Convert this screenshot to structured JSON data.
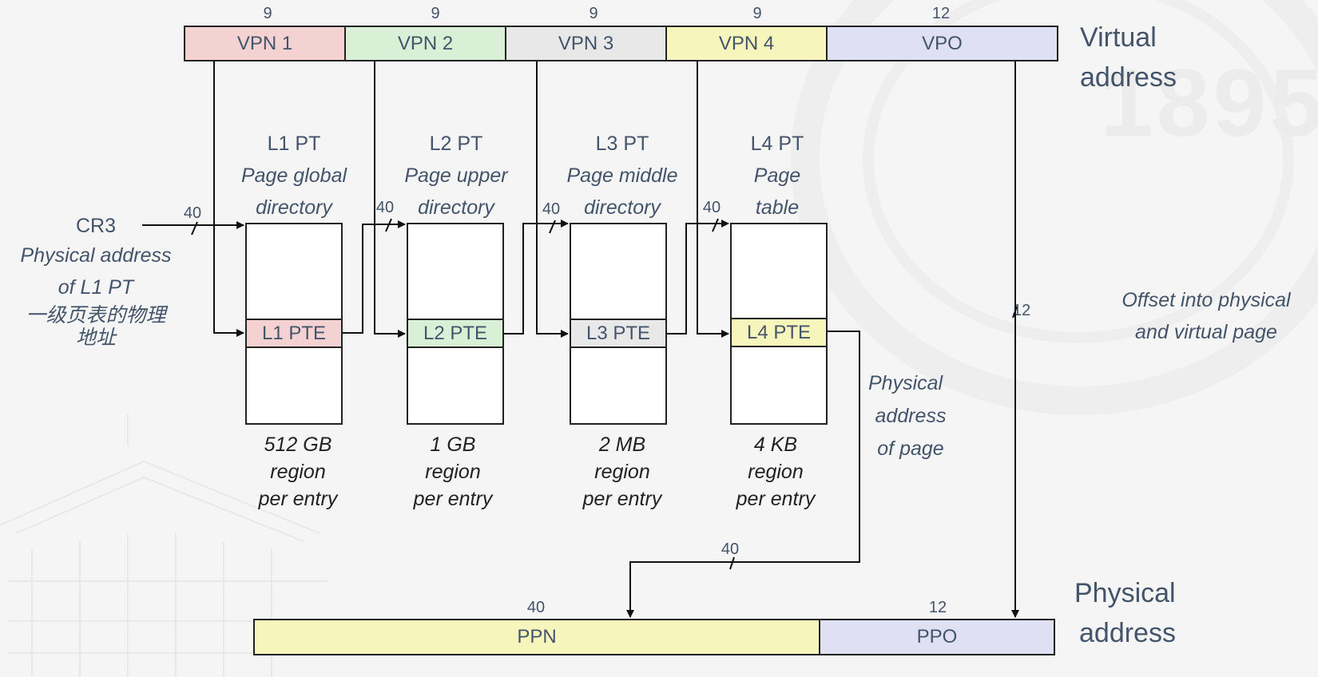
{
  "virtual_address": {
    "label_line1": "Virtual",
    "label_line2": "address",
    "fields": [
      {
        "name": "VPN 1",
        "bits": "9",
        "color": "#f4d2d2"
      },
      {
        "name": "VPN 2",
        "bits": "9",
        "color": "#d9f0d7"
      },
      {
        "name": "VPN 3",
        "bits": "9",
        "color": "#e8e8e8"
      },
      {
        "name": "VPN 4",
        "bits": "9",
        "color": "#f5f5bc"
      },
      {
        "name": "VPO",
        "bits": "12",
        "color": "#dfe0f3"
      }
    ]
  },
  "cr3": {
    "label": "CR3",
    "desc_line1": "Physical address",
    "desc_line2": "of L1 PT",
    "desc_cn_line1": "一级页表的物理",
    "desc_cn_line2": "地址",
    "bits": "40"
  },
  "page_tables": [
    {
      "title": "L1 PT",
      "desc_line1": "Page global",
      "desc_line2": "directory",
      "pte": "L1 PTE",
      "in_bits": "40",
      "region_line1": "512 GB",
      "region_line2": "region",
      "region_line3": "per entry",
      "color": "#f4d2d2"
    },
    {
      "title": "L2 PT",
      "desc_line1": "Page upper",
      "desc_line2": "directory",
      "pte": "L2 PTE",
      "in_bits": "40",
      "region_line1": "1 GB",
      "region_line2": "region",
      "region_line3": "per entry",
      "color": "#d9f0d7"
    },
    {
      "title": "L3 PT",
      "desc_line1": "Page middle",
      "desc_line2": "directory",
      "pte": "L3 PTE",
      "in_bits": "40",
      "region_line1": "2 MB",
      "region_line2": "region",
      "region_line3": "per entry",
      "color": "#e8e8e8"
    },
    {
      "title": "L4 PT",
      "desc_line1": "Page",
      "desc_line2": "table",
      "pte": "L4 PTE",
      "in_bits": "40",
      "region_line1": "4 KB",
      "region_line2": "region",
      "region_line3": "per entry",
      "color": "#f5f5bc"
    }
  ],
  "phys_page_note": {
    "line1": "Physical",
    "line2": "address",
    "line3": "of page",
    "bits": "40"
  },
  "offset_note": {
    "line1": "Offset into physical",
    "line2": "and virtual page",
    "bits": "12"
  },
  "physical_address": {
    "label_line1": "Physical",
    "label_line2": "address",
    "fields": [
      {
        "name": "PPN",
        "bits": "40",
        "color": "#f5f5bc"
      },
      {
        "name": "PPO",
        "bits": "12",
        "color": "#dfe0f3"
      }
    ]
  }
}
